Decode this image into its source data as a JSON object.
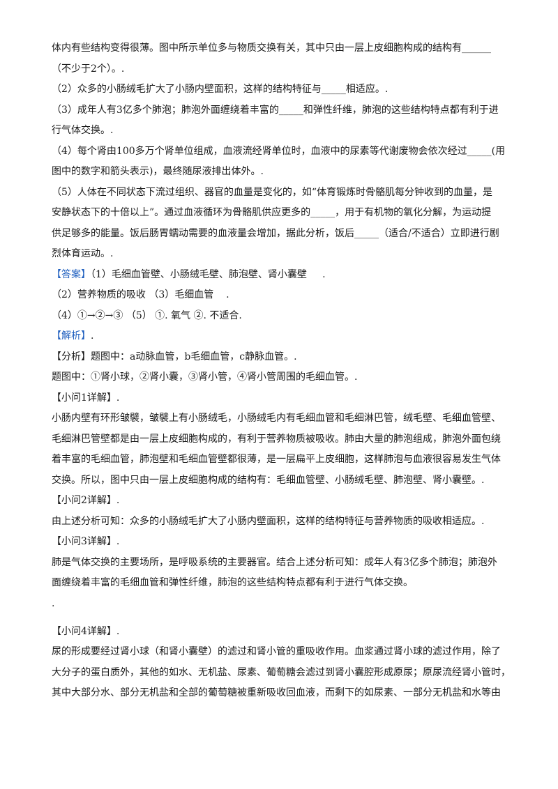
{
  "question": {
    "lines": [
      "体内有些结构变得很薄。图中所示单位多与物质交换有关，其中只由一层上皮细胞构成的结构有______",
      "（不少于2个）。.",
      "（2）众多的小肠绒毛扩大了小肠内壁面积，这样的结构特征与_____相适应。.",
      "（3）成年人有3亿多个肺泡；肺泡外面缠绕着丰富的_____和弹性纤维，肺泡的这些结构特点都有利于进",
      "行气体交换。.",
      "（4）每个肾由100多万个肾单位组成，血液流经肾单位时，血液中的尿素等代谢废物会依次经过_____(用",
      "图中的数字和箭头表示)，最终随尿液排出体外。.",
      "（5）人体在不同状态下流过组织、器官的血量是变化的，如“体育锻炼时骨骼肌每分钟收到的血量，是",
      "安静状态下的十倍以上”。通过血液循环为骨骼肌供应更多的_____，用于有机物的氧化分解，为运动提",
      "供足够多的能量。饭后肠胃蠕动需要的血液量会增加，据此分析，饭后_____（适合/不适合）立即进行剧",
      "烈体育运动。."
    ]
  },
  "answer": {
    "label": "【答案】",
    "line1": "（1）毛细血管壁、小肠绒毛壁、肺泡壁、肾小囊壁",
    "line1_tail": ".",
    "line2": "（2）营养物质的吸收        （3）毛细血管",
    "line2_tail": ".",
    "line3": "（4）①→②→③        （5）     ①. 氧气     ②. 不适合."
  },
  "analysis": {
    "label": "【解析】",
    "label_tail": ".",
    "lines": [
      "【分析】题图中：a动脉血管，b毛细血管，c静脉血管。.",
      "题图中：①肾小球，②肾小囊，③肾小管，④肾小管周围的毛细血管。.",
      "【小问1详解】.",
      "小肠内壁有环形皱襞，皱襞上有小肠绒毛，小肠绒毛内有毛细血管和毛细淋巴管，绒毛壁、毛细血管壁、",
      "毛细淋巴管壁都是由一层上皮细胞构成的，有利于营养物质被吸收。肺由大量的肺泡组成，肺泡外面包绕",
      "着丰富的毛细血管，肺泡壁和毛细血管壁都很薄，是一层扁平上皮细胞，这样肺泡与血液很容易发生气体",
      "交换。所以，图中只由一层上皮细胞构成的结构有：毛细血管壁、小肠绒毛壁、肺泡壁、肾小囊壁。.",
      "【小问2详解】.",
      "由上述分析可知：众多的小肠绒毛扩大了小肠内壁面积，这样的结构特征与营养物质的吸收相适应。.",
      "【小问3详解】.",
      "肺是气体交换的主要场所，是呼吸系统的主要器官。结合上述分析可知：成年人有3亿多个肺泡；肺泡外",
      "面缠绕着丰富的毛细血管和弹性纤维，肺泡的这些结构特点都有利于进行气体交换。"
    ],
    "dot": ".",
    "lines2": [
      "【小问4详解】.",
      "尿的形成要经过肾小球（和肾小囊壁）的滤过和肾小管的重吸收作用。血浆通过肾小球的滤过作用，除了",
      "大分子的蛋白质外，其他的如水、无机盐、尿素、葡萄糖会滤过到肾小囊腔形成原尿；原尿流经肾小管时，",
      "其中大部分水、部分无机盐和全部的葡萄糖被重新吸收回血液，而剩下的如尿素、一部分无机盐和水等由"
    ]
  }
}
